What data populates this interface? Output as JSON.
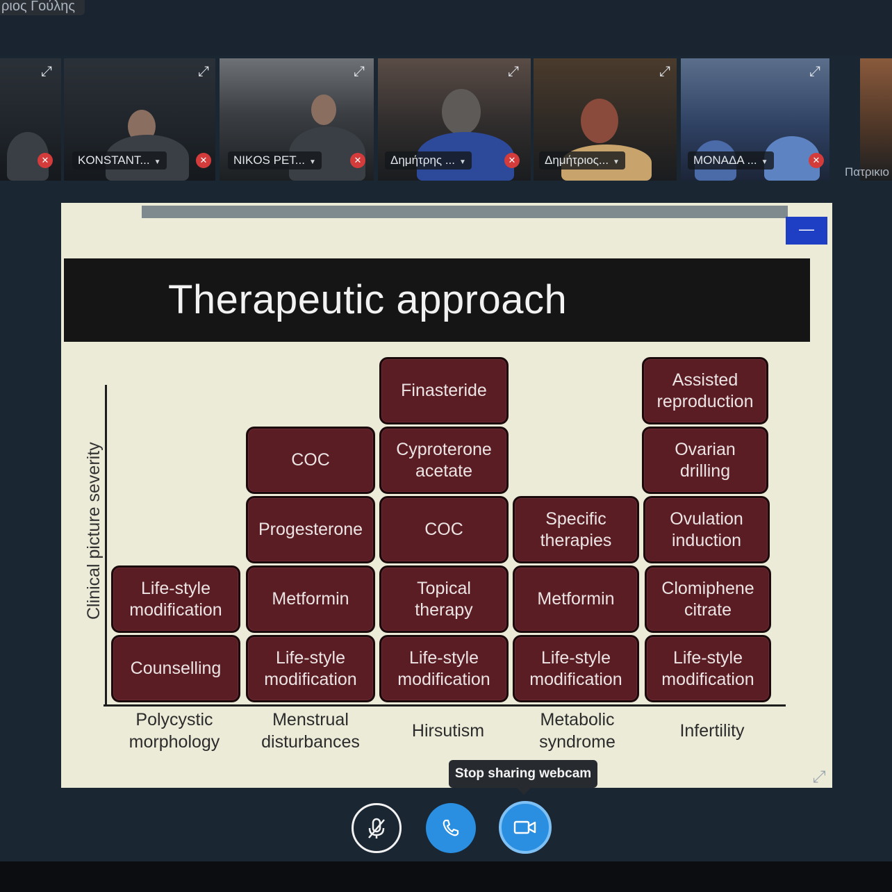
{
  "presenter": {
    "name": "ριος Γούλης"
  },
  "webcams": [
    {
      "label": "",
      "muted": true
    },
    {
      "label": "KONSTANT...",
      "muted": true
    },
    {
      "label": "NIKOS PET...",
      "muted": true
    },
    {
      "label": "Δημήτρης ...",
      "muted": true
    },
    {
      "label": "Δημήτριος...",
      "muted": false
    },
    {
      "label": "ΜΟΝΑΔΑ ...",
      "muted": true
    },
    {
      "label": "Πατρικιο",
      "muted": false
    }
  ],
  "slide": {
    "title": "Therapeutic approach",
    "y_axis_label": "Clinical picture severity",
    "categories": [
      "Polycystic morphology",
      "Menstrual disturbances",
      "Hirsutism",
      "Metabolic syndrome",
      "Infertility"
    ],
    "columns": [
      {
        "category": "Polycystic morphology",
        "levels": [
          "Counselling",
          "Life-style modification"
        ]
      },
      {
        "category": "Menstrual disturbances",
        "levels": [
          "Life-style modification",
          "Metformin",
          "Progesterone",
          "COC"
        ]
      },
      {
        "category": "Hirsutism",
        "levels": [
          "Life-style modification",
          "Topical therapy",
          "COC",
          "Cyproterone acetate",
          "Finasteride"
        ]
      },
      {
        "category": "Metabolic syndrome",
        "levels": [
          "Life-style modification",
          "Metformin",
          "Specific therapies"
        ]
      },
      {
        "category": "Infertility",
        "levels": [
          "Life-style modification",
          "Clomiphene citrate",
          "Ovulation induction",
          "Ovarian drilling",
          "Assisted reproduction"
        ]
      }
    ],
    "minimize_icon": "minus-icon",
    "fullscreen_icon": "expand-icon"
  },
  "controls": {
    "tooltip": "Stop sharing webcam",
    "mic_icon": "mic-off-icon",
    "phone_icon": "phone-icon",
    "camera_icon": "video-camera-icon"
  },
  "colors": {
    "box_fill": "#5a1d24",
    "accent_blue": "#2a8fe0",
    "slide_bg": "#ecebd8"
  }
}
